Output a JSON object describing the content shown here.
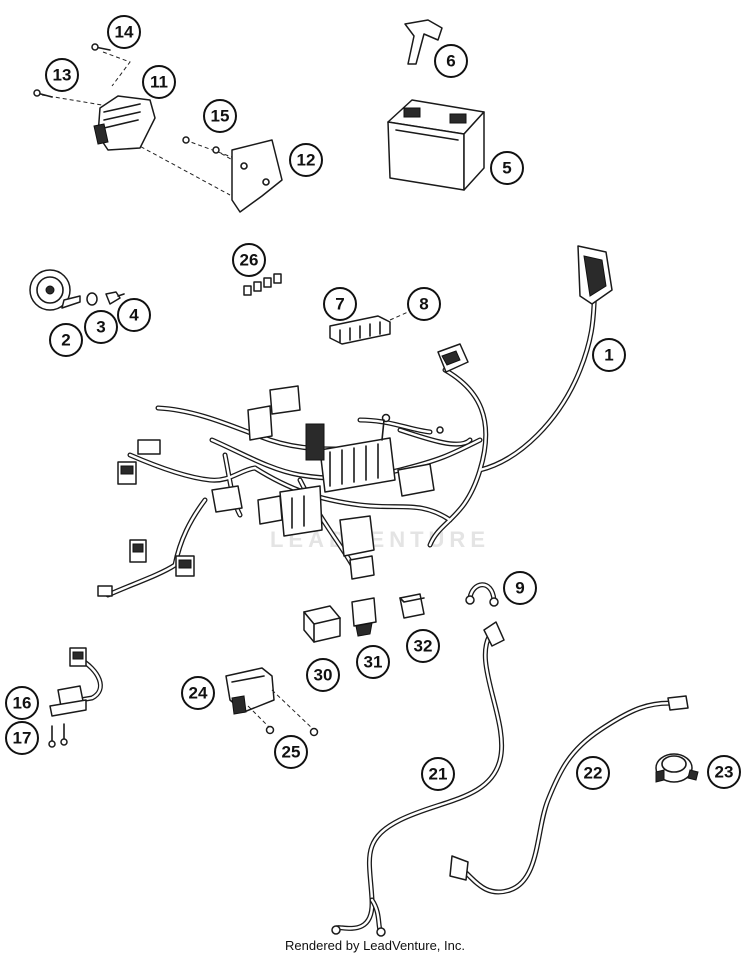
{
  "watermark": "LEADVENTURE",
  "footer": "Rendered by LeadVenture, Inc.",
  "callouts": [
    "1",
    "2",
    "3",
    "4",
    "5",
    "6",
    "7",
    "8",
    "9",
    "11",
    "12",
    "13",
    "14",
    "15",
    "16",
    "17",
    "21",
    "22",
    "23",
    "24",
    "25",
    "26",
    "30",
    "31",
    "32"
  ]
}
